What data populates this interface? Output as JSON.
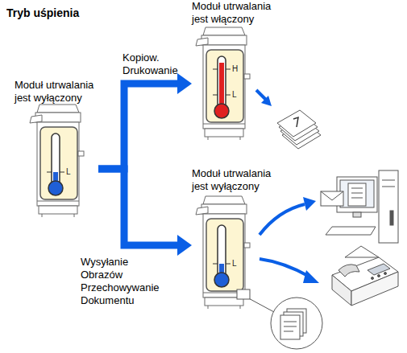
{
  "diagram": {
    "title": "Tryb uśpienia",
    "nodes": [
      {
        "text": [
          "Moduł utrwalania jest wyłączony"
        ]
      },
      {
        "text": [
          "Moduł utrwalania jest włączony"
        ]
      },
      {
        "text": [
          "Moduł utrwalania jest wyłączony"
        ]
      }
    ],
    "edges": [
      {
        "from": 0,
        "to": 1,
        "label": "Kopiow. Drukowanie",
        "arrow": "to"
      },
      {
        "from": 0,
        "to": 2,
        "label": "Wysyłanie Obrazów Przechowywanie Dokumentu",
        "arrow": "to"
      }
    ],
    "labels": [
      "L",
      "H",
      "L",
      "L"
    ]
  }
}
